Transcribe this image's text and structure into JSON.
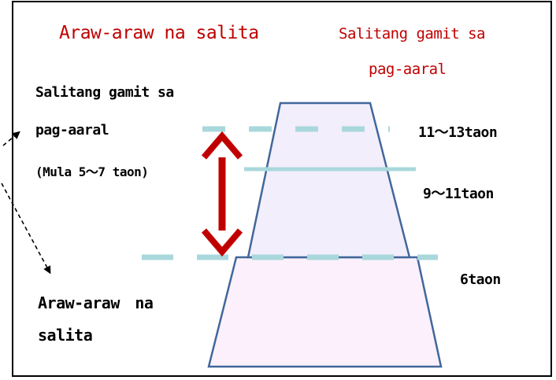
{
  "headings": {
    "left": "Araw-araw na salita",
    "right_line1": "Salitang gamit sa",
    "right_line2": "pag-aaral"
  },
  "left_labels": {
    "academic_line1": "Salitang gamit sa",
    "academic_line2": "pag-aaral",
    "academic_line3": "(Mula 5〜7 taon)",
    "everyday_line1": "Araw-araw　na",
    "everyday_line2": "salita"
  },
  "age_labels": {
    "top": "11〜13taon",
    "middle": "9〜11taon",
    "bottom": "6taon"
  },
  "colors": {
    "heading_red": "#c00000",
    "arrow_red": "#c00000",
    "outline_blue": "#41679a",
    "fill_lavender": "#f3eefc",
    "fill_pink": "#fbf0fb",
    "dash_teal": "#a9d8dc"
  }
}
